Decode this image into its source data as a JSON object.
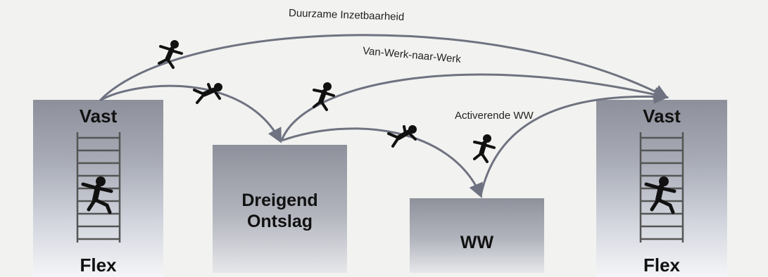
{
  "left_pillar": {
    "top_label": "Vast",
    "bottom_label": "Flex"
  },
  "right_pillar": {
    "top_label": "Vast",
    "bottom_label": "Flex"
  },
  "boxes": {
    "dreigend": {
      "line1": "Dreigend",
      "line2": "Ontslag"
    },
    "ww": {
      "label": "WW"
    }
  },
  "arrows": {
    "duurzaam": "Duurzame Inzetbaarheid",
    "van_werk": "Van-Werk-naar-Werk",
    "activerende": "Activerende WW"
  },
  "icons": [
    "ladder-icon",
    "running-person-icon",
    "falling-person-icon",
    "climbing-person-icon"
  ]
}
